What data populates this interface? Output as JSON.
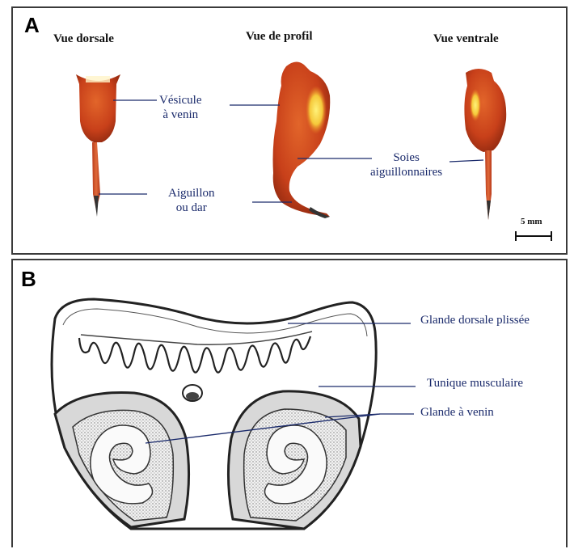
{
  "panel_a": {
    "letter": "A",
    "views": {
      "dorsal": "Vue dorsale",
      "profile": "Vue de profil",
      "ventral": "Vue ventrale"
    },
    "labels": {
      "vesicle_line1": "Vésicule",
      "vesicle_line2": "à venin",
      "stinger_line1": "Aiguillon",
      "stinger_line2": "ou dar",
      "bristles_line1": "Soies",
      "bristles_line2": "aiguillonnaires"
    },
    "scale_bar": "5 mm"
  },
  "panel_b": {
    "letter": "B",
    "labels": {
      "dorsal_gland": "Glande dorsale plissée",
      "muscle_tunic": "Tunique musculaire",
      "venom_gland": "Glande à venin"
    }
  },
  "colors": {
    "label_blue": "#1a2a6b",
    "specimen_orange": "#d2461c",
    "specimen_highlight": "#f5d84a"
  }
}
